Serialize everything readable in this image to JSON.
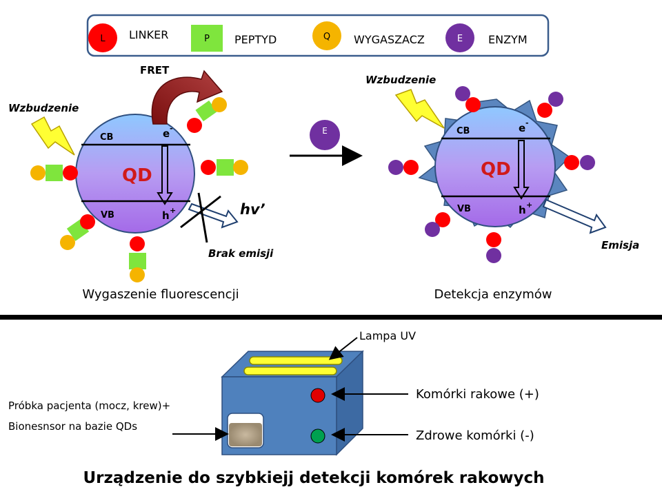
{
  "legend": {
    "items": [
      {
        "symbol": "L",
        "label": "LINKER",
        "color": "#ff0000"
      },
      {
        "symbol": "P",
        "label": "PEPTYD",
        "color": "#7fe53d"
      },
      {
        "symbol": "Q",
        "label": "WYGASZACZ",
        "color": "#f5b400"
      },
      {
        "symbol": "E",
        "label": "ENZYM",
        "color": "#7030a0"
      }
    ]
  },
  "left_panel": {
    "fret_label": "FRET",
    "excitation_label": "Wzbudzenie",
    "cb_label": "CB",
    "vb_label": "VB",
    "qd_label": "QD",
    "electron_label": "e",
    "electron_sup": "-",
    "hole_label": "h",
    "hole_sup": "+",
    "hv_label": "hv’",
    "no_emission_label": "Brak emisji",
    "caption": "Wygaszenie fluorescencji"
  },
  "middle": {
    "enzyme_symbol": "E"
  },
  "right_panel": {
    "excitation_label": "Wzbudzenie",
    "cb_label": "CB",
    "vb_label": "VB",
    "qd_label": "QD",
    "electron_label": "e",
    "electron_sup": "-",
    "hole_label": "h",
    "hole_sup": "+",
    "emission_label": "Emisja",
    "caption": "Detekcja enzymów"
  },
  "device": {
    "uv_lamp_label": "Lampa UV",
    "cancer_label": "Komórki rakowe (+)",
    "healthy_label": "Zdrowe komórki (-)",
    "sample_label_line1": "Próbka pacjenta (mocz, krew)+",
    "sample_label_line2": "Bionesnsor na bazie QDs",
    "title": "Urządzenie do szybkiejj detekcji komórek rakowych"
  },
  "colors": {
    "linker": "#ff0000",
    "peptide": "#7fe53d",
    "quencher": "#f5b400",
    "enzyme": "#7030a0",
    "qd_text": "#d01a1a",
    "device": "#4f81bd",
    "led_red": "#e00000",
    "led_green": "#00a050"
  }
}
